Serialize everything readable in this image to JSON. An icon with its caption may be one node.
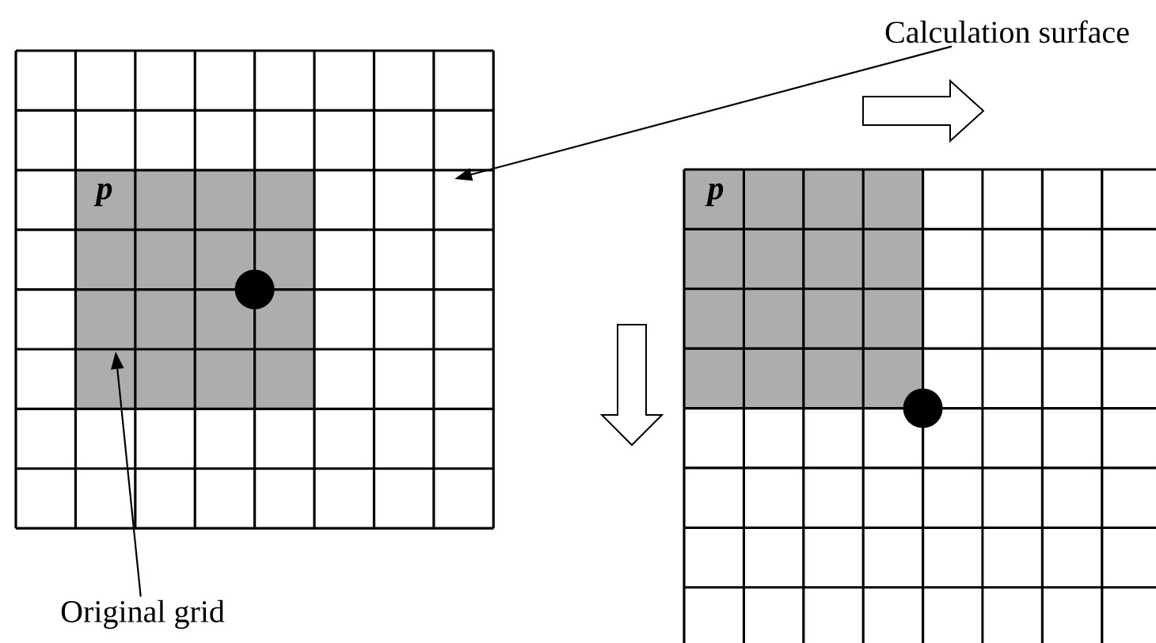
{
  "diagram": {
    "nodes": [
      {
        "text": [
          "Calculation surface"
        ]
      },
      {
        "text": [
          "Original grid"
        ]
      }
    ],
    "edges": [
      {
        "from": 0,
        "to": null,
        "arrow": "to"
      },
      {
        "from": 1,
        "to": null,
        "arrow": "to"
      }
    ],
    "labels": [
      "p",
      "p"
    ]
  }
}
